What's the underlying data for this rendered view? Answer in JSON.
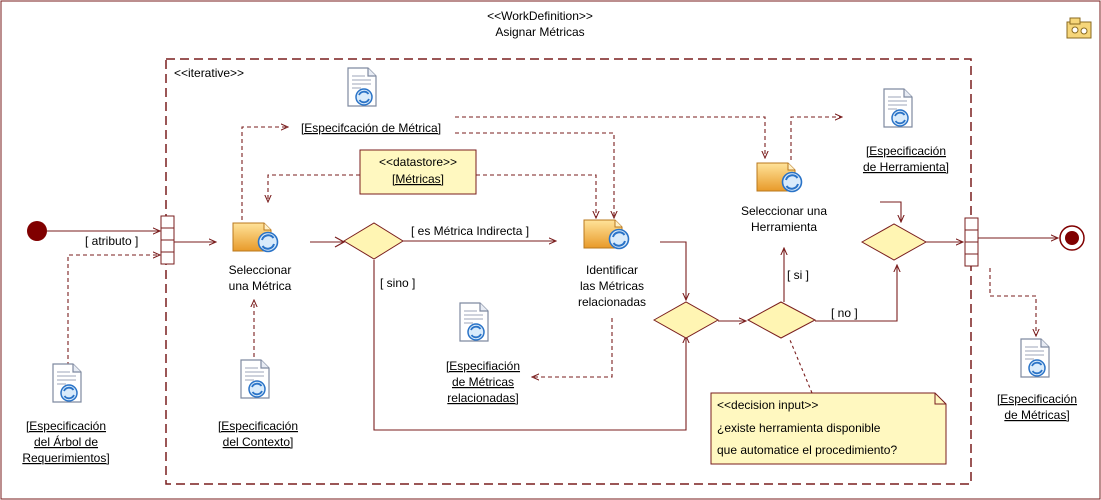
{
  "diagram": {
    "stereotype": "<<WorkDefinition>>",
    "title": "Asignar Métricas",
    "iterative_label": "<<iterative>>",
    "datastore": {
      "stereotype": "<<datastore>>",
      "name": "[Métricas]"
    },
    "activities": {
      "seleccionar_metrica": [
        "Seleccionar",
        "una Métrica"
      ],
      "identificar": [
        "Identificar",
        "las Métricas",
        "relacionadas"
      ],
      "seleccionar_herramienta": [
        "Seleccionar una",
        "Herramienta"
      ]
    },
    "artifacts": {
      "arbol_requerimientos": [
        "[Especificación",
        "del Árbol de",
        "Requerimientos]"
      ],
      "contexto": [
        "[Especificación",
        "del Contexto]"
      ],
      "especificacion_metrica": [
        "[Especifcación de Métrica]"
      ],
      "metricas_relacionadas": [
        "[Especifiación",
        "de Métricas",
        "relacionadas]"
      ],
      "herramienta": [
        "[Especificación",
        "de Herramienta]"
      ],
      "metricas_out": [
        "[Especificación",
        "de Métricas]"
      ]
    },
    "guards": {
      "atributo": "[ atributo ]",
      "es_indirecta": "[ es Métrica Indirecta ]",
      "sino": "[ sino ]",
      "si": "[ si ]",
      "no": "[ no ]"
    },
    "note": {
      "stereotype": "<<decision input>>",
      "lines": [
        "¿existe herramienta disponible",
        "que automatice el procedimiento?"
      ]
    },
    "colors": {
      "flow": "#7a1e1e",
      "decision_fill": "#fff5b3",
      "note_fill": "#fff8c0",
      "activity_fill": "#f2b74a",
      "node_fill": "#800000"
    }
  }
}
